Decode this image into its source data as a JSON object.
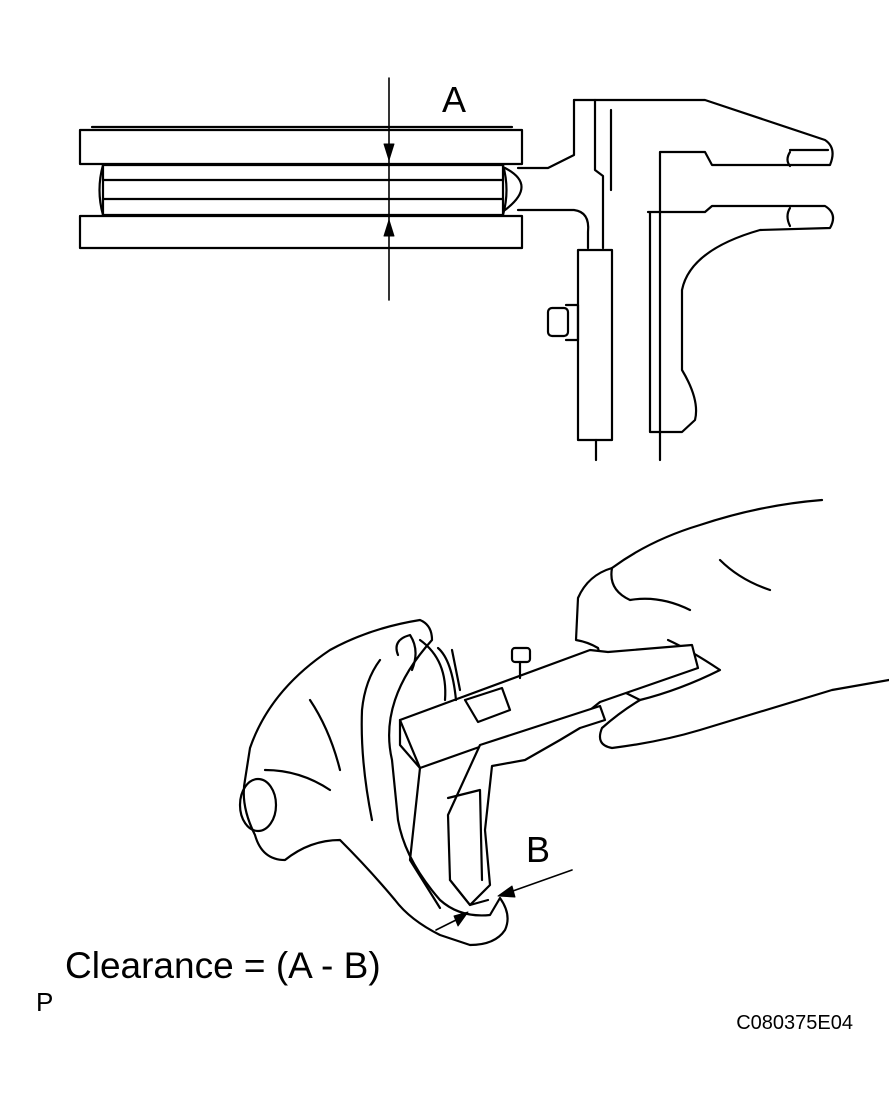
{
  "labels": {
    "dimension_a": "A",
    "dimension_b": "B",
    "formula": "Clearance = (A - B)",
    "corner_mark": "P",
    "figure_code": "C080375E04"
  },
  "colors": {
    "ink": "#000000",
    "paper": "#ffffff"
  }
}
